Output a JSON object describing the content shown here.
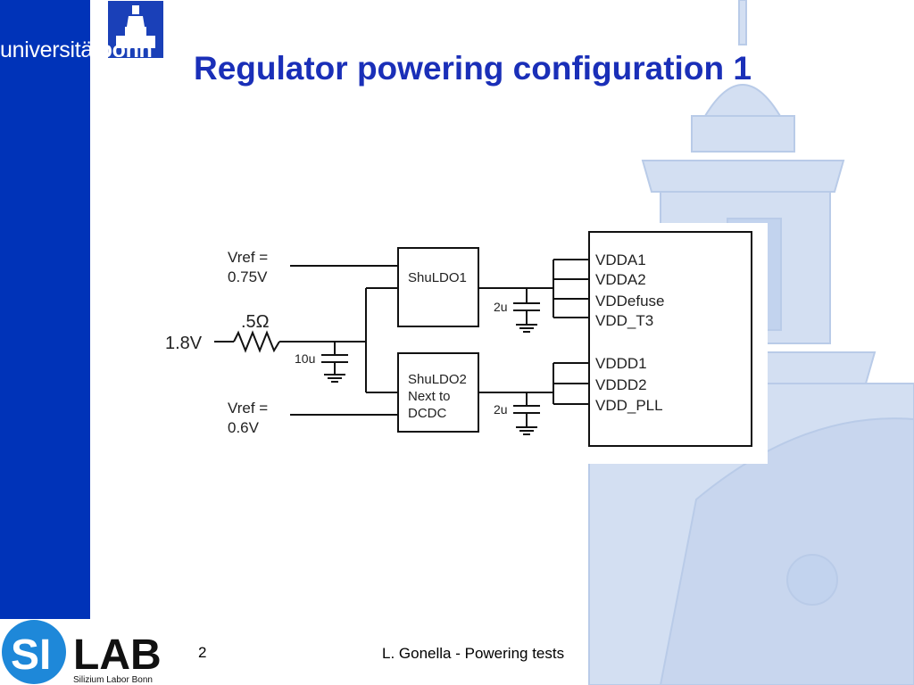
{
  "header": {
    "university_logo": {
      "prefix": "universität",
      "suffix": "bonn"
    },
    "title": "Regulator powering configuration 1"
  },
  "diagram": {
    "input_voltage": "1.8V",
    "resistor": ".5Ω",
    "input_cap": "10u",
    "vref_top": {
      "line1": "Vref =",
      "line2": "0.75V"
    },
    "vref_bottom": {
      "line1": "Vref =",
      "line2": "0.6V"
    },
    "ldo1": {
      "line1": "ShuLDO1"
    },
    "ldo2": {
      "line1": "ShuLDO2",
      "line2": "Next to",
      "line3": "DCDC"
    },
    "cap_top": "2u",
    "cap_bottom": "2u",
    "chip_pins_analog": [
      "VDDA1",
      "VDDA2",
      "VDDefuse",
      "VDD_T3"
    ],
    "chip_pins_digital": [
      "VDDD1",
      "VDDD2",
      "VDD_PLL"
    ]
  },
  "footer": {
    "silab_logo": {
      "line1": "SI",
      "line2": "LAB",
      "caption": "Silizium Labor Bonn"
    },
    "page_number": "2",
    "author": "L. Gonella - Powering tests"
  },
  "colors": {
    "sidebar": "#0033b8",
    "title": "#1a2fb8",
    "building": "#c8d6ee"
  }
}
